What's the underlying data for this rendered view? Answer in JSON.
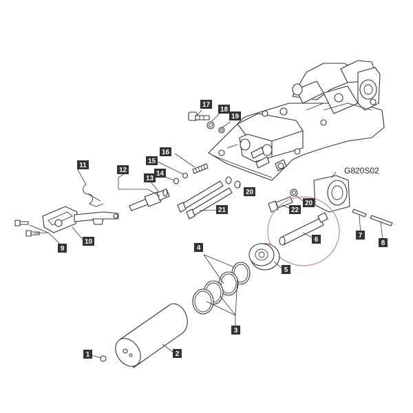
{
  "diagram": {
    "drawing_code": "G820S02",
    "callouts": {
      "c1": "1",
      "c2": "2",
      "c3": "3",
      "c4": "4",
      "c5": "5",
      "c6": "6",
      "c7": "7",
      "c8": "8",
      "c9": "9",
      "c10": "10",
      "c11": "11",
      "c12": "12",
      "c13": "13",
      "c14": "14",
      "c15": "15",
      "c16": "16",
      "c17": "17",
      "c18": "18",
      "c19": "19",
      "c20a": "20",
      "c20b": "20",
      "c21": "21",
      "c22": "22"
    },
    "colors": {
      "callout_fill": "#333333",
      "callout_text": "#ffffff",
      "highlight_circle": "#c98a8a",
      "line": "#333333"
    }
  }
}
